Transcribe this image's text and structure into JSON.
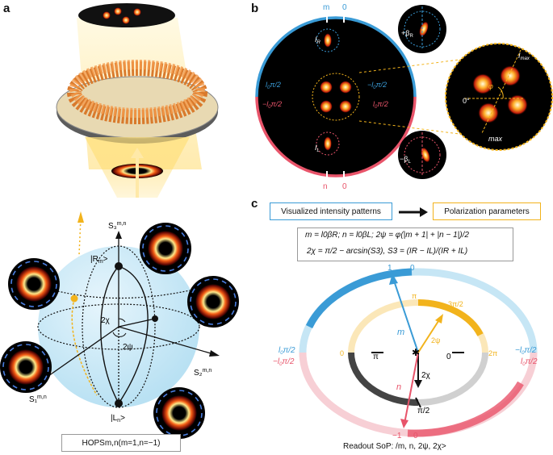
{
  "panels": {
    "a": "a",
    "b": "b",
    "c": "c"
  },
  "panel_a": {
    "sphere_labels": {
      "s3": "S3m,n",
      "s2": "S2m,n",
      "s1": "S1m,n",
      "north": "|Rm>",
      "south": "|Ln>",
      "chi": "2χ",
      "psi": "2ψ"
    },
    "hops_caption": "HOPSm,n(m=1,n=−1)"
  },
  "panel_b": {
    "top_m": "m",
    "top_0": "0",
    "bottom_n": "n",
    "bottom_0": "0",
    "IR": "IR",
    "IL": "IL",
    "left_blue": "l0π/2",
    "left_red": "−l0π/2",
    "right_blue": "−l0π/2",
    "right_red": "l0π/2",
    "beta_r": "+βR",
    "beta_l": "−βL",
    "imax_top": "Imax",
    "imax_bottom": "max",
    "phi": "φ",
    "zero_deg": "0°"
  },
  "panel_c": {
    "box_left": "Visualized intensity patterns",
    "box_right": "Polarization parameters",
    "formula_1": "m = l0βR; n = l0βL; 2ψ = φ(|m + 1| + |n − 1|)/2",
    "formula_2": "2χ = π/2 − arcsin(S3), S3 = (IR − IL)/(IR + IL)",
    "dial": {
      "top_1": "1",
      "top_0": "0",
      "pi_top": "π",
      "three_pi_half": "3π/2",
      "left_blue": "l0π/2",
      "left_red": "−l0π/2",
      "right_blue": "−l0π/2",
      "right_red": "l0π/2",
      "inner_left_0": "0",
      "inner_left_pi": "π",
      "inner_right_0": "0",
      "inner_right_2pi": "2π",
      "m": "m",
      "n": "n",
      "two_psi": "2ψ",
      "two_chi": "2χ",
      "pi_half": "π/2",
      "bottom_minus1": "−1",
      "bottom_0": "0"
    },
    "readout": "Readout SoP: /m, n, 2ψ, 2χ>"
  },
  "colors": {
    "blue": "#3a9bd6",
    "red": "#e8546a",
    "gold": "#f2b31c",
    "dark_gray": "#444444",
    "light_blue": "#bfe3f4"
  }
}
